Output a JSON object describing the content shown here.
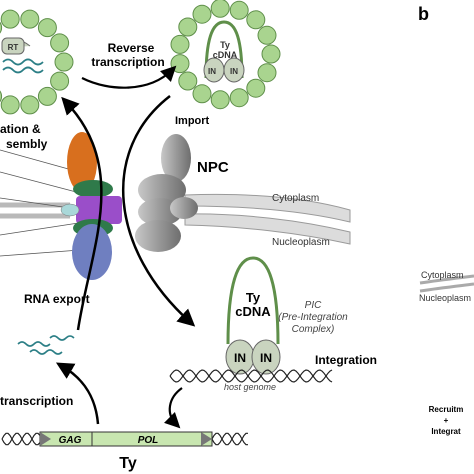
{
  "panel_b": {
    "label": "b",
    "cytoplasm": "Cytoplasm",
    "nucleoplasm": "Nucleoplasm",
    "recruit": "Recruitm",
    "plus": "+",
    "integrat": "Integrat"
  },
  "vlp_left": {
    "rt": "RT"
  },
  "vlp_right": {
    "ty": "Ty",
    "cdna": "cDNA",
    "in1": "IN",
    "in2": "IN"
  },
  "labels": {
    "reverse_transcription_1": "Reverse",
    "reverse_transcription_2": "transcription",
    "import": "Import",
    "npc": "NPC",
    "assembly_1": "ation &",
    "assembly_2": "sembly",
    "cytoplasm": "Cytoplasm",
    "nucleoplasm": "Nucleoplasm",
    "rna_export": "RNA export",
    "transcription": "transcription",
    "integration": "Integration",
    "pic_1": "PIC",
    "pic_2": "(Pre-Integration",
    "pic_3": "Complex)",
    "host_genome": "host genome"
  },
  "pic": {
    "ty": "Ty",
    "cdna": "cDNA",
    "in1": "IN",
    "in2": "IN"
  },
  "gene": {
    "gag": "GAG",
    "pol": "POL",
    "name": "Ty"
  },
  "colors": {
    "capsid": "#a9d48f",
    "capsid_stroke": "#5f8f4a",
    "in_protein": "#c9d4bf",
    "npc_gray": "#9a9a9a",
    "membrane": "#b9b9b9",
    "orange": "#d86f1e",
    "dark_green": "#2f7a4a",
    "purple": "#9a4ec9",
    "blue": "#6f7fc0",
    "teal_rna": "#2c7f86",
    "pol_green": "#b9dea0",
    "gene_fill": "#c8e6b0"
  }
}
